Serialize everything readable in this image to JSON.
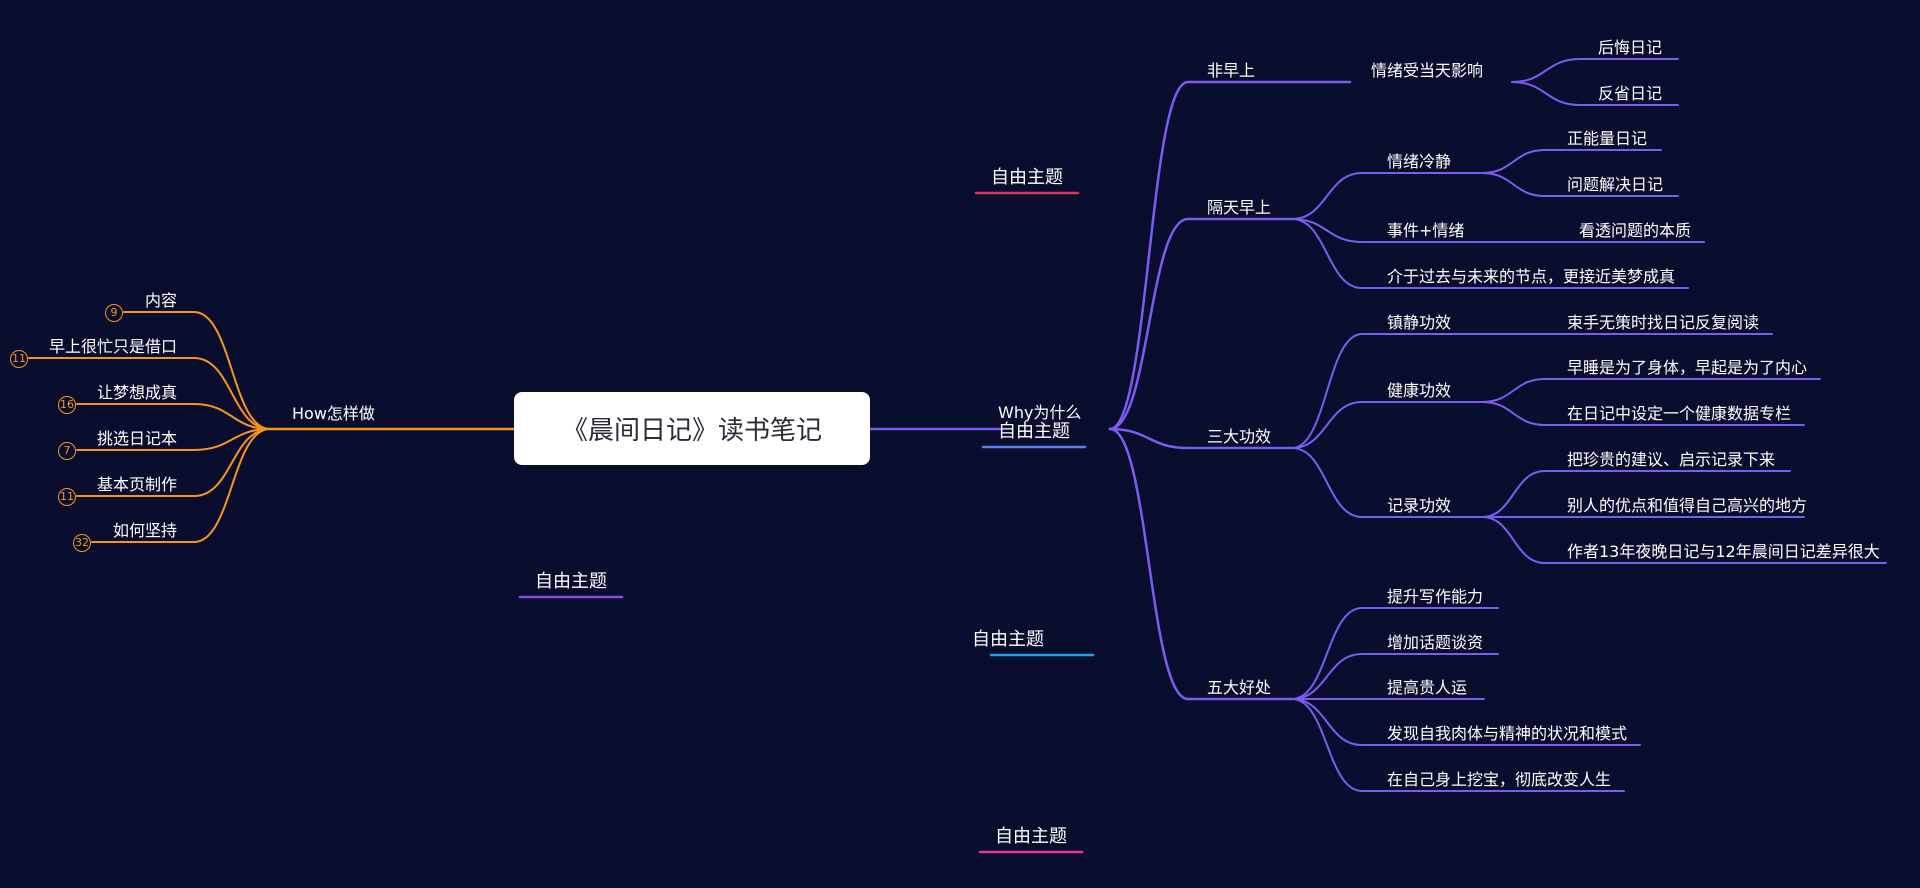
{
  "root": {
    "label": "《晨间日记》读书笔记"
  },
  "colors": {
    "background": "#0a0e2e",
    "right_branch": "#7b5cf0",
    "left_branch": "#f7941d",
    "root_fill": "#ffffff"
  },
  "right": {
    "label": "Why为什么",
    "children": [
      {
        "label": "非早上",
        "children": [
          {
            "label": "情绪受当天影响",
            "children": [
              {
                "label": "后悔日记"
              },
              {
                "label": "反省日记"
              }
            ]
          }
        ]
      },
      {
        "label": "隔天早上",
        "children": [
          {
            "label": "情绪冷静",
            "children": [
              {
                "label": "正能量日记"
              },
              {
                "label": "问题解决日记"
              }
            ]
          },
          {
            "label": "事件+情绪",
            "children": [
              {
                "label": "看透问题的本质"
              }
            ]
          },
          {
            "label": "介于过去与未来的节点，更接近美梦成真"
          }
        ]
      },
      {
        "label": "三大功效",
        "children": [
          {
            "label": "镇静功效",
            "children": [
              {
                "label": "束手无策时找日记反复阅读"
              }
            ]
          },
          {
            "label": "健康功效",
            "children": [
              {
                "label": "早睡是为了身体，早起是为了内心"
              },
              {
                "label": "在日记中设定一个健康数据专栏"
              }
            ]
          },
          {
            "label": "记录功效",
            "children": [
              {
                "label": "把珍贵的建议、启示记录下来"
              },
              {
                "label": "别人的优点和值得自己高兴的地方"
              },
              {
                "label": "作者13年夜晚日记与12年晨间日记差异很大"
              }
            ]
          }
        ]
      },
      {
        "label": "五大好处",
        "children": [
          {
            "label": "提升写作能力"
          },
          {
            "label": "增加话题谈资"
          },
          {
            "label": "提高贵人运"
          },
          {
            "label": "发现自我肉体与精神的状况和模式"
          },
          {
            "label": "在自己身上挖宝，彻底改变人生"
          }
        ]
      }
    ]
  },
  "left": {
    "label": "How怎样做",
    "children": [
      {
        "label": "内容",
        "badge": "9"
      },
      {
        "label": "早上很忙只是借口",
        "badge": "11"
      },
      {
        "label": "让梦想成真",
        "badge": "16"
      },
      {
        "label": "挑选日记本",
        "badge": "7"
      },
      {
        "label": "基本页制作",
        "badge": "11"
      },
      {
        "label": "如何坚持",
        "badge": "32"
      }
    ]
  },
  "free_topics": [
    {
      "label": "自由主题",
      "underline": "#e0325f"
    },
    {
      "label": "自由主题",
      "underline": "#5b7ff0"
    },
    {
      "label": "自由主题",
      "underline": "#8a4be8"
    },
    {
      "label": "自由主题",
      "underline": "#1fa3e8"
    },
    {
      "label": "自由主题",
      "underline": "#e0398f"
    }
  ]
}
